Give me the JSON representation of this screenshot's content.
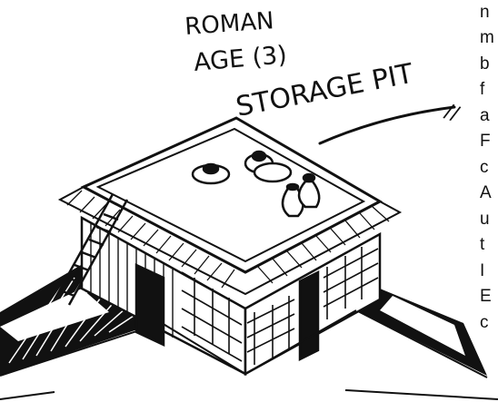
{
  "sketch": {
    "caption_line1": "ROMAN",
    "caption_line2": "AGE (3)",
    "caption_line3": "STORAGE PIT",
    "arrow_mark": "//"
  },
  "side_text": [
    "n",
    "m",
    "b",
    "f",
    "a",
    "F",
    "c",
    "A",
    "u",
    "t",
    "I",
    "E",
    "c"
  ],
  "colors": {
    "ink": "#111111",
    "paper": "#ffffff"
  }
}
